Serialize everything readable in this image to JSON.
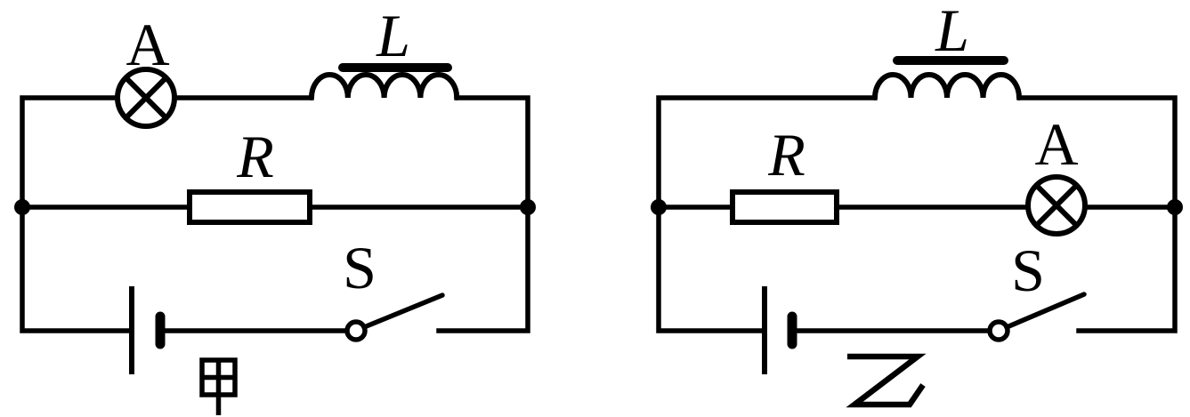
{
  "figure": {
    "type": "physics-circuit-diagram",
    "background_color": "#ffffff",
    "line_color": "#000000",
    "circuits": [
      {
        "caption": "甲",
        "components": {
          "lamp_label": "A",
          "inductor_label": "L",
          "resistor_label": "R",
          "switch_label": "S"
        },
        "topology": "lamp A in series with iron-core inductor L on top branch; resistor R on parallel middle branch; battery and open switch S on bottom branch"
      },
      {
        "caption": "乙",
        "components": {
          "lamp_label": "A",
          "inductor_label": "L",
          "resistor_label": "R",
          "switch_label": "S"
        },
        "topology": "iron-core inductor L on top branch; resistor R in series with lamp A on parallel middle branch; battery and open switch S on bottom branch"
      }
    ]
  }
}
